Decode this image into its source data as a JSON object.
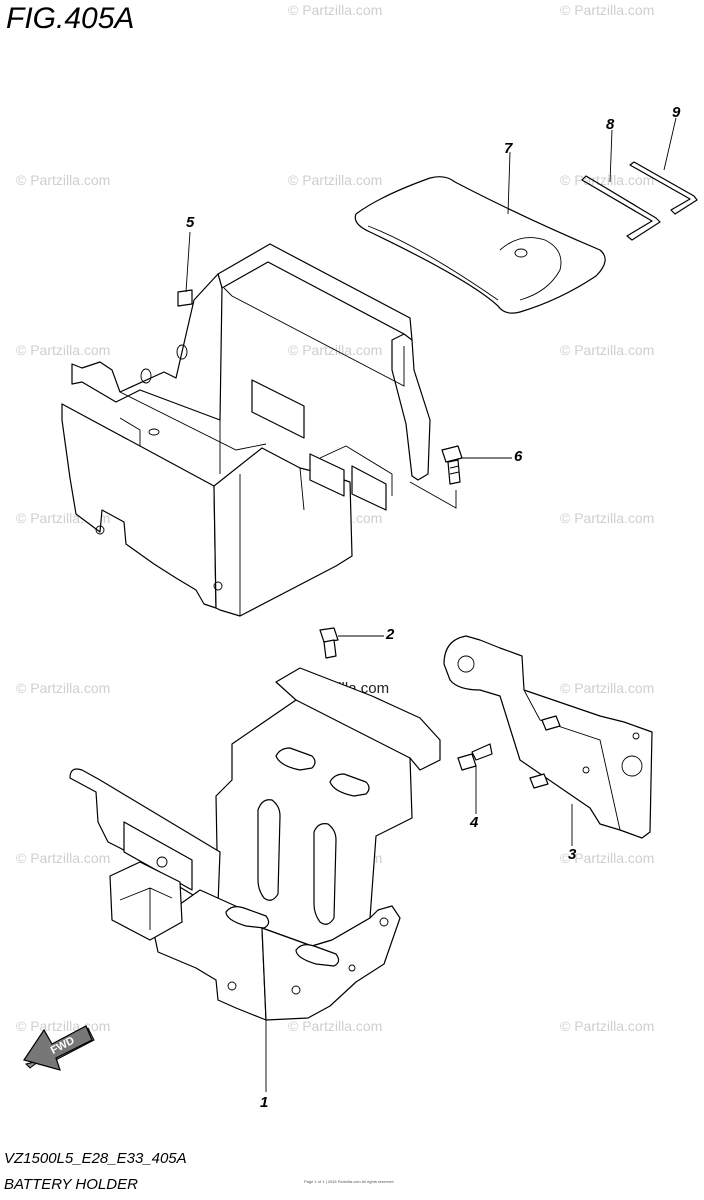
{
  "figure": {
    "title": "FIG.405A",
    "footer_code": "VZ1500L5_E28_E33_405A",
    "footer_name": "BATTERY HOLDER",
    "fine_print": "Page 1 of 1  |  2016 Partzilla.com All rights reserved"
  },
  "watermark": {
    "text": "© Partzilla.com"
  },
  "callouts": [
    {
      "id": "1",
      "label": "1"
    },
    {
      "id": "2",
      "label": "2"
    },
    {
      "id": "3",
      "label": "3"
    },
    {
      "id": "4",
      "label": "4"
    },
    {
      "id": "5",
      "label": "5"
    },
    {
      "id": "6",
      "label": "6"
    },
    {
      "id": "7",
      "label": "7"
    },
    {
      "id": "8",
      "label": "8"
    },
    {
      "id": "9",
      "label": "9"
    }
  ],
  "fwd_arrow": {
    "label": "FWD"
  }
}
